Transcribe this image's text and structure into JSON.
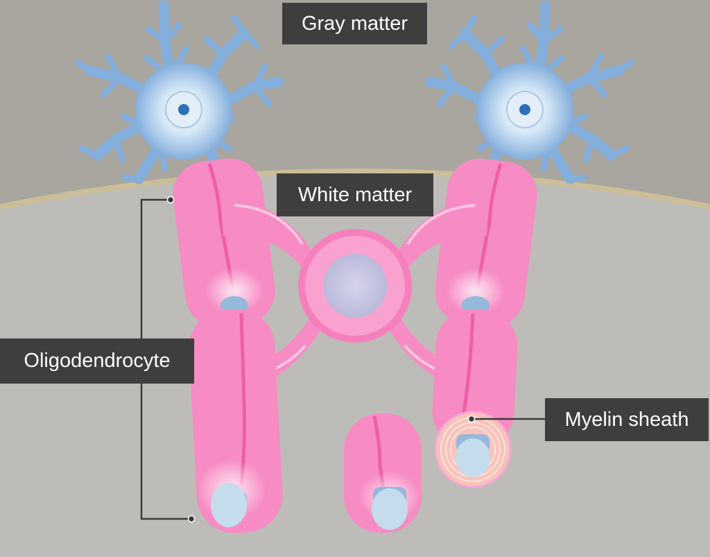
{
  "labels": {
    "gray_matter": "Gray matter",
    "white_matter": "White matter",
    "oligodendrocyte": "Oligodendrocyte",
    "myelin_sheath": "Myelin sheath"
  },
  "colors": {
    "gray_matter": "#a9a69f",
    "white_matter": "#bdbcb8",
    "boundary": "#cbbd97",
    "neuron": "#84aedb",
    "neuron_glow": "#d6e8f7",
    "nucleus": "#2f6fb8",
    "myelin": "#f68cc3",
    "myelin_stripe": "#ee5ea8",
    "axon": "#c4dcec",
    "axon_dark": "#94b9db",
    "soma": "#c6c5e0",
    "label_bg": "#3e3e3e",
    "label_text": "#ffffff",
    "leader": "#3a3a3a"
  }
}
